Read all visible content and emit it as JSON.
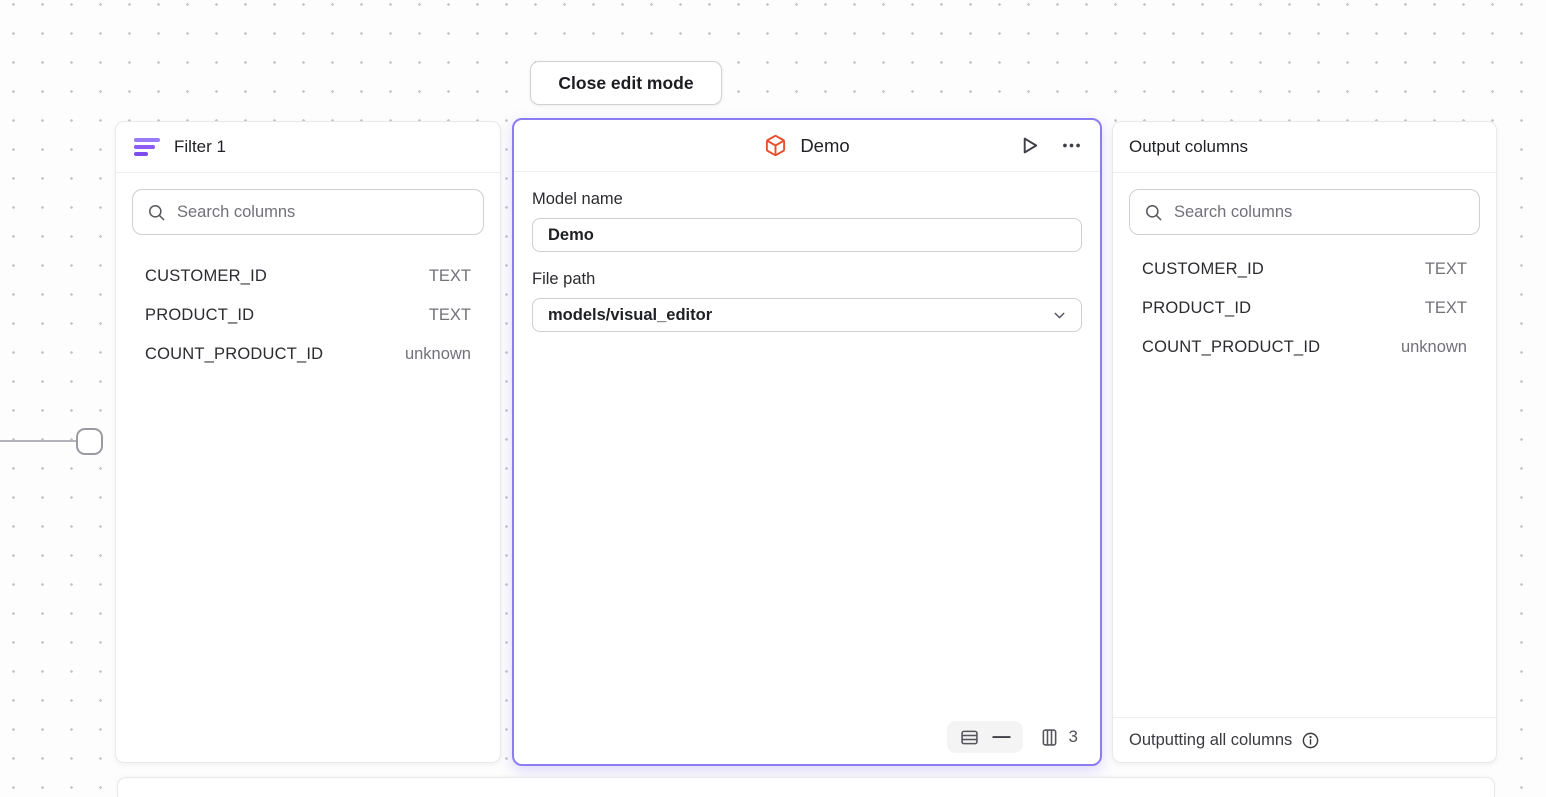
{
  "close_edit_mode": {
    "label": "Close edit mode"
  },
  "filter_panel": {
    "title": "Filter 1",
    "search": {
      "placeholder": "Search columns"
    },
    "columns": [
      {
        "name": "CUSTOMER_ID",
        "type": "TEXT"
      },
      {
        "name": "PRODUCT_ID",
        "type": "TEXT"
      },
      {
        "name": "COUNT_PRODUCT_ID",
        "type": "unknown"
      }
    ]
  },
  "model_panel": {
    "title": "Demo",
    "fields": {
      "model_name": {
        "label": "Model name",
        "value": "Demo"
      },
      "file_path": {
        "label": "File path",
        "value": "models/visual_editor"
      }
    },
    "stats": {
      "row_count": "—",
      "column_count": "3"
    }
  },
  "output_panel": {
    "title": "Output columns",
    "search": {
      "placeholder": "Search columns"
    },
    "columns": [
      {
        "name": "CUSTOMER_ID",
        "type": "TEXT"
      },
      {
        "name": "PRODUCT_ID",
        "type": "TEXT"
      },
      {
        "name": "COUNT_PRODUCT_ID",
        "type": "unknown"
      }
    ],
    "footer": {
      "label": "Outputting all columns"
    }
  },
  "colors": {
    "accent_purple": "#8b7cf3",
    "model_icon_orange": "#e8502c",
    "filter_icon_purple": "#8b5cf6"
  }
}
